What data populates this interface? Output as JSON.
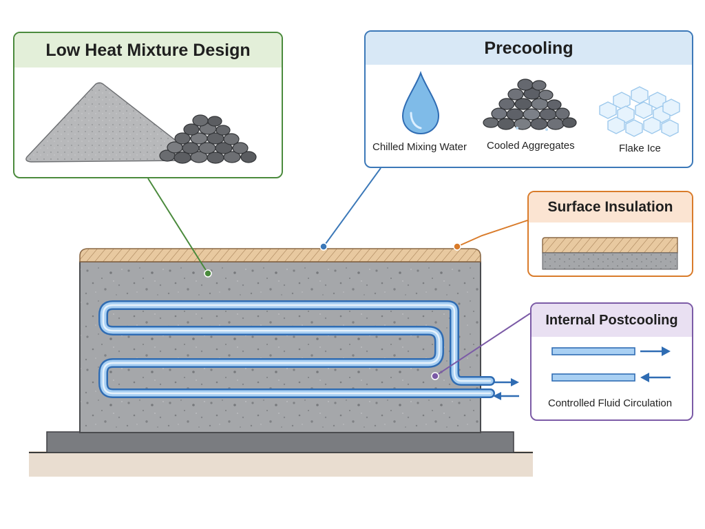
{
  "callouts": {
    "low_heat": {
      "title": "Low Heat Mixture Design"
    },
    "precooling": {
      "title": "Precooling",
      "items": [
        "Chilled Mixing Water",
        "Cooled Aggregates",
        "Flake Ice"
      ]
    },
    "surface_insulation": {
      "title": "Surface Insulation"
    },
    "internal_postcooling": {
      "title": "Internal Postcooling",
      "caption": "Controlled Fluid Circulation"
    }
  },
  "colors": {
    "low_heat": "#4a8a3c",
    "precooling": "#3b78b8",
    "surface_insulation": "#d97b2a",
    "internal_postcooling": "#7b5aa6",
    "concrete": "#a5a7aa",
    "pipe": "#4a8fd6"
  },
  "icons": [
    "cement-pile-icon",
    "aggregate-pile-icon",
    "water-drop-icon",
    "ice-cubes-icon",
    "flow-arrow-icon"
  ]
}
